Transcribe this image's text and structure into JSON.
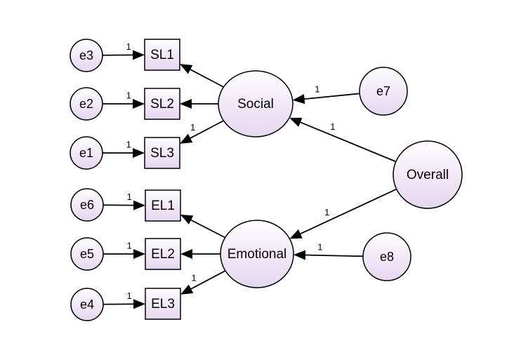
{
  "nodes": [
    {
      "id": "e3",
      "label": "e3",
      "kind": "error"
    },
    {
      "id": "e2",
      "label": "e2",
      "kind": "error"
    },
    {
      "id": "e1",
      "label": "e1",
      "kind": "error"
    },
    {
      "id": "e6",
      "label": "e6",
      "kind": "error"
    },
    {
      "id": "e5",
      "label": "e5",
      "kind": "error"
    },
    {
      "id": "e4",
      "label": "e4",
      "kind": "error"
    },
    {
      "id": "SL1",
      "label": "SL1",
      "kind": "observed"
    },
    {
      "id": "SL2",
      "label": "SL2",
      "kind": "observed"
    },
    {
      "id": "SL3",
      "label": "SL3",
      "kind": "observed"
    },
    {
      "id": "EL1",
      "label": "EL1",
      "kind": "observed"
    },
    {
      "id": "EL2",
      "label": "EL2",
      "kind": "observed"
    },
    {
      "id": "EL3",
      "label": "EL3",
      "kind": "observed"
    },
    {
      "id": "Social",
      "label": "Social",
      "kind": "latent"
    },
    {
      "id": "Emotional",
      "label": "Emotional",
      "kind": "latent"
    },
    {
      "id": "Overall",
      "label": "Overall",
      "kind": "latent"
    },
    {
      "id": "e7",
      "label": "e7",
      "kind": "error"
    },
    {
      "id": "e8",
      "label": "e8",
      "kind": "error"
    }
  ],
  "edges": [
    {
      "from": "e3",
      "to": "SL1",
      "label": "1"
    },
    {
      "from": "e2",
      "to": "SL2",
      "label": "1"
    },
    {
      "from": "e1",
      "to": "SL3",
      "label": "1"
    },
    {
      "from": "e6",
      "to": "EL1",
      "label": "1"
    },
    {
      "from": "e5",
      "to": "EL2",
      "label": "1"
    },
    {
      "from": "e4",
      "to": "EL3",
      "label": "1"
    },
    {
      "from": "Social",
      "to": "SL1",
      "label": ""
    },
    {
      "from": "Social",
      "to": "SL2",
      "label": ""
    },
    {
      "from": "Social",
      "to": "SL3",
      "label": "1"
    },
    {
      "from": "Emotional",
      "to": "EL1",
      "label": ""
    },
    {
      "from": "Emotional",
      "to": "EL2",
      "label": ""
    },
    {
      "from": "Emotional",
      "to": "EL3",
      "label": "1"
    },
    {
      "from": "e7",
      "to": "Social",
      "label": "1"
    },
    {
      "from": "Overall",
      "to": "Social",
      "label": "1"
    },
    {
      "from": "Overall",
      "to": "Emotional",
      "label": "1"
    },
    {
      "from": "e8",
      "to": "Emotional",
      "label": "1"
    }
  ],
  "colors": {
    "fill_top": "#fdfdfe",
    "fill_bottom": "#e6d6f0",
    "stroke": "#000000",
    "background": "#ffffff"
  }
}
